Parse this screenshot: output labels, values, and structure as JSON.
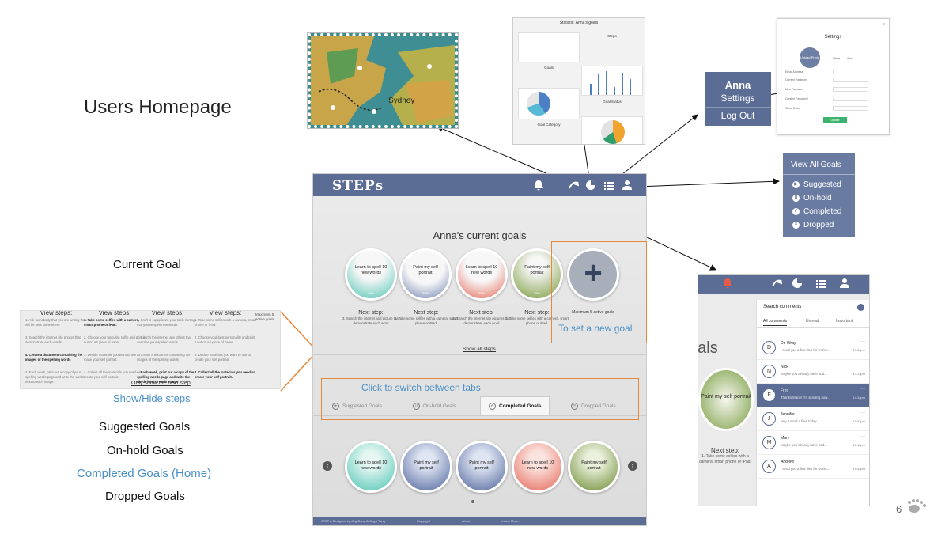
{
  "slide": {
    "title": "Users Homepage",
    "page_number": "6"
  },
  "left_labels": {
    "current_goal": "Current Goal",
    "show_hide_steps": "Show/Hide steps",
    "suggested": "Suggested Goals",
    "on_hold": "On-hold Goals",
    "completed": "Completed Goals (Home)",
    "dropped": "Dropped Goals"
  },
  "steps_panel": {
    "headers": [
      "View steps:",
      "View steps:",
      "View steps:",
      "View steps:"
    ],
    "col1": [
      "1. Ask somebody that you are writing that will be sent somewhere",
      "3. Search the internet site photos that demonstrate each words",
      "4. Create a document containing the images of the spelling words",
      "4. Each week, print out a copy of your spelling words page and write the words next to each image."
    ],
    "col2": [
      "1. Take some selfies with a camera, smart phone or iPad.",
      "2. Choose your favourite selfie and print it out on A4 piece of paper.",
      "3. Decide materials you want to use to make your self portrait.",
      "4. Collect all the materials you need an create your self portrait."
    ],
    "col3": [
      "1. Craft to equip learn your tools sorting that you've spelt new words",
      "2. Search the internet any others that describe your spelled words",
      "3. Create a document containing the images of the spelling words",
      "4. Each week, print out a copy of the spelling words page and write the words next to each image."
    ],
    "col4": [
      "1. Take some selfies with a camera, smart phone or iPad.",
      "2. Choose your best personality and print it out on A4 piece of paper.",
      "3. Decide materials you want to use to create your self portrait.",
      "4. Collect all the materials you need an create your self portrait."
    ],
    "side_note": "Maximum 5 active goals",
    "link": "Only show the next step"
  },
  "app": {
    "logo": "STEPs",
    "heading": "Anna's current goals",
    "current_goals": [
      {
        "label": "Learn to spell 10 new words",
        "pct": "45%",
        "color": "#4cc3b2"
      },
      {
        "label": "Paint my self portrait",
        "pct": "35%",
        "color": "#6f82b0"
      },
      {
        "label": "Learn to spell 10 new words",
        "pct": "25%",
        "color": "#e46657"
      },
      {
        "label": "Paint my self portrait",
        "pct": "75%",
        "color": "#7a9b3c"
      }
    ],
    "next_steps": [
      {
        "title": "Next step:",
        "text": "3. Search the internet and picture that demonstrate each word"
      },
      {
        "title": "Next step:",
        "text": "1. Take some selfies with a camera, smart phone or iPad."
      },
      {
        "title": "Next step:",
        "text": "2. Search the internet site pictures that demonstrate each word"
      },
      {
        "title": "Next step:",
        "text": "1. Take some selfies with a camera, smart phone or iPad."
      }
    ],
    "max_note": "Maximum 5 active goals",
    "show_all": "Show all steps",
    "tabs": [
      {
        "label": "Suggested Goals",
        "icon": "▶"
      },
      {
        "label": "On-hold Goals",
        "icon": "II"
      },
      {
        "label": "Completed Goals",
        "icon": "✓"
      },
      {
        "label": "Dropped Goals",
        "icon": "✕"
      }
    ],
    "completed_goals": [
      {
        "label": "Learn to spell 10 new words",
        "color": "#4cc3b2"
      },
      {
        "label": "Paint my self portrait",
        "color": "#4e639c"
      },
      {
        "label": "Paint my self portrait",
        "color": "#4e639c"
      },
      {
        "label": "Learn to spell 10 new words",
        "color": "#e46657"
      },
      {
        "label": "Paint my self portrait",
        "color": "#6c8a30"
      }
    ],
    "footer": [
      "STEPs: Designed by Jing Dong & Jingyi Tang",
      "Copyright",
      "About",
      "Learn More..."
    ]
  },
  "annotations": {
    "set_goal": "To set a new goal",
    "switch_tabs": "Click  to switch between tabs"
  },
  "map": {
    "label": "Sydney"
  },
  "stats": {
    "title": "Statistic: Anna's goals",
    "sections": [
      "Steps",
      "Goals",
      "Goal Status",
      "Goal Category"
    ]
  },
  "anna_menu": {
    "name": "Anna",
    "settings": "Settings",
    "logout": "Log Out"
  },
  "settings": {
    "title": "Settings",
    "avatar": "Upload Photo",
    "fields": [
      "Name",
      "Email Address",
      "Current Password",
      "New Password",
      "Confirm Password",
      "Class Code"
    ],
    "name_value": "Anna",
    "button": "Update"
  },
  "goals_menu": {
    "head": "View All Goals",
    "items": [
      {
        "label": "Suggested",
        "icon": "▶"
      },
      {
        "label": "On-hold",
        "icon": "II"
      },
      {
        "label": "Completed",
        "icon": "✓"
      },
      {
        "label": "Dropped",
        "icon": "✕"
      }
    ]
  },
  "comments": {
    "goals_text": "oals",
    "goal_label": "Paint my self portrait",
    "next_title": "Next step:",
    "next_text": "1. Take some selfies with a camera, smart phone or iPad.",
    "search": "Search comments",
    "tabs": [
      "All comments",
      "Unread",
      "Important"
    ],
    "items": [
      {
        "initial": "D",
        "name": "Dr. Wray",
        "msg": "I send you a few files for works...",
        "time": "19:02pm"
      },
      {
        "initial": "N",
        "name": "Nick",
        "msg": "Maybe you already have add...",
        "time": "13:13pm"
      },
      {
        "initial": "F",
        "name": "Fred",
        "msg": "Thanks Marie! I'm sending now...",
        "time": "14:12pm"
      },
      {
        "initial": "J",
        "name": "Jennifer",
        "msg": "Hey, I send a files today...",
        "time": "19:02pm"
      },
      {
        "initial": "M",
        "name": "Mary",
        "msg": "Maybe you already have add...",
        "time": "13:13pm"
      },
      {
        "initial": "A",
        "name": "Andrew",
        "msg": "I send you a few files for works...",
        "time": "19:02pm"
      }
    ]
  }
}
